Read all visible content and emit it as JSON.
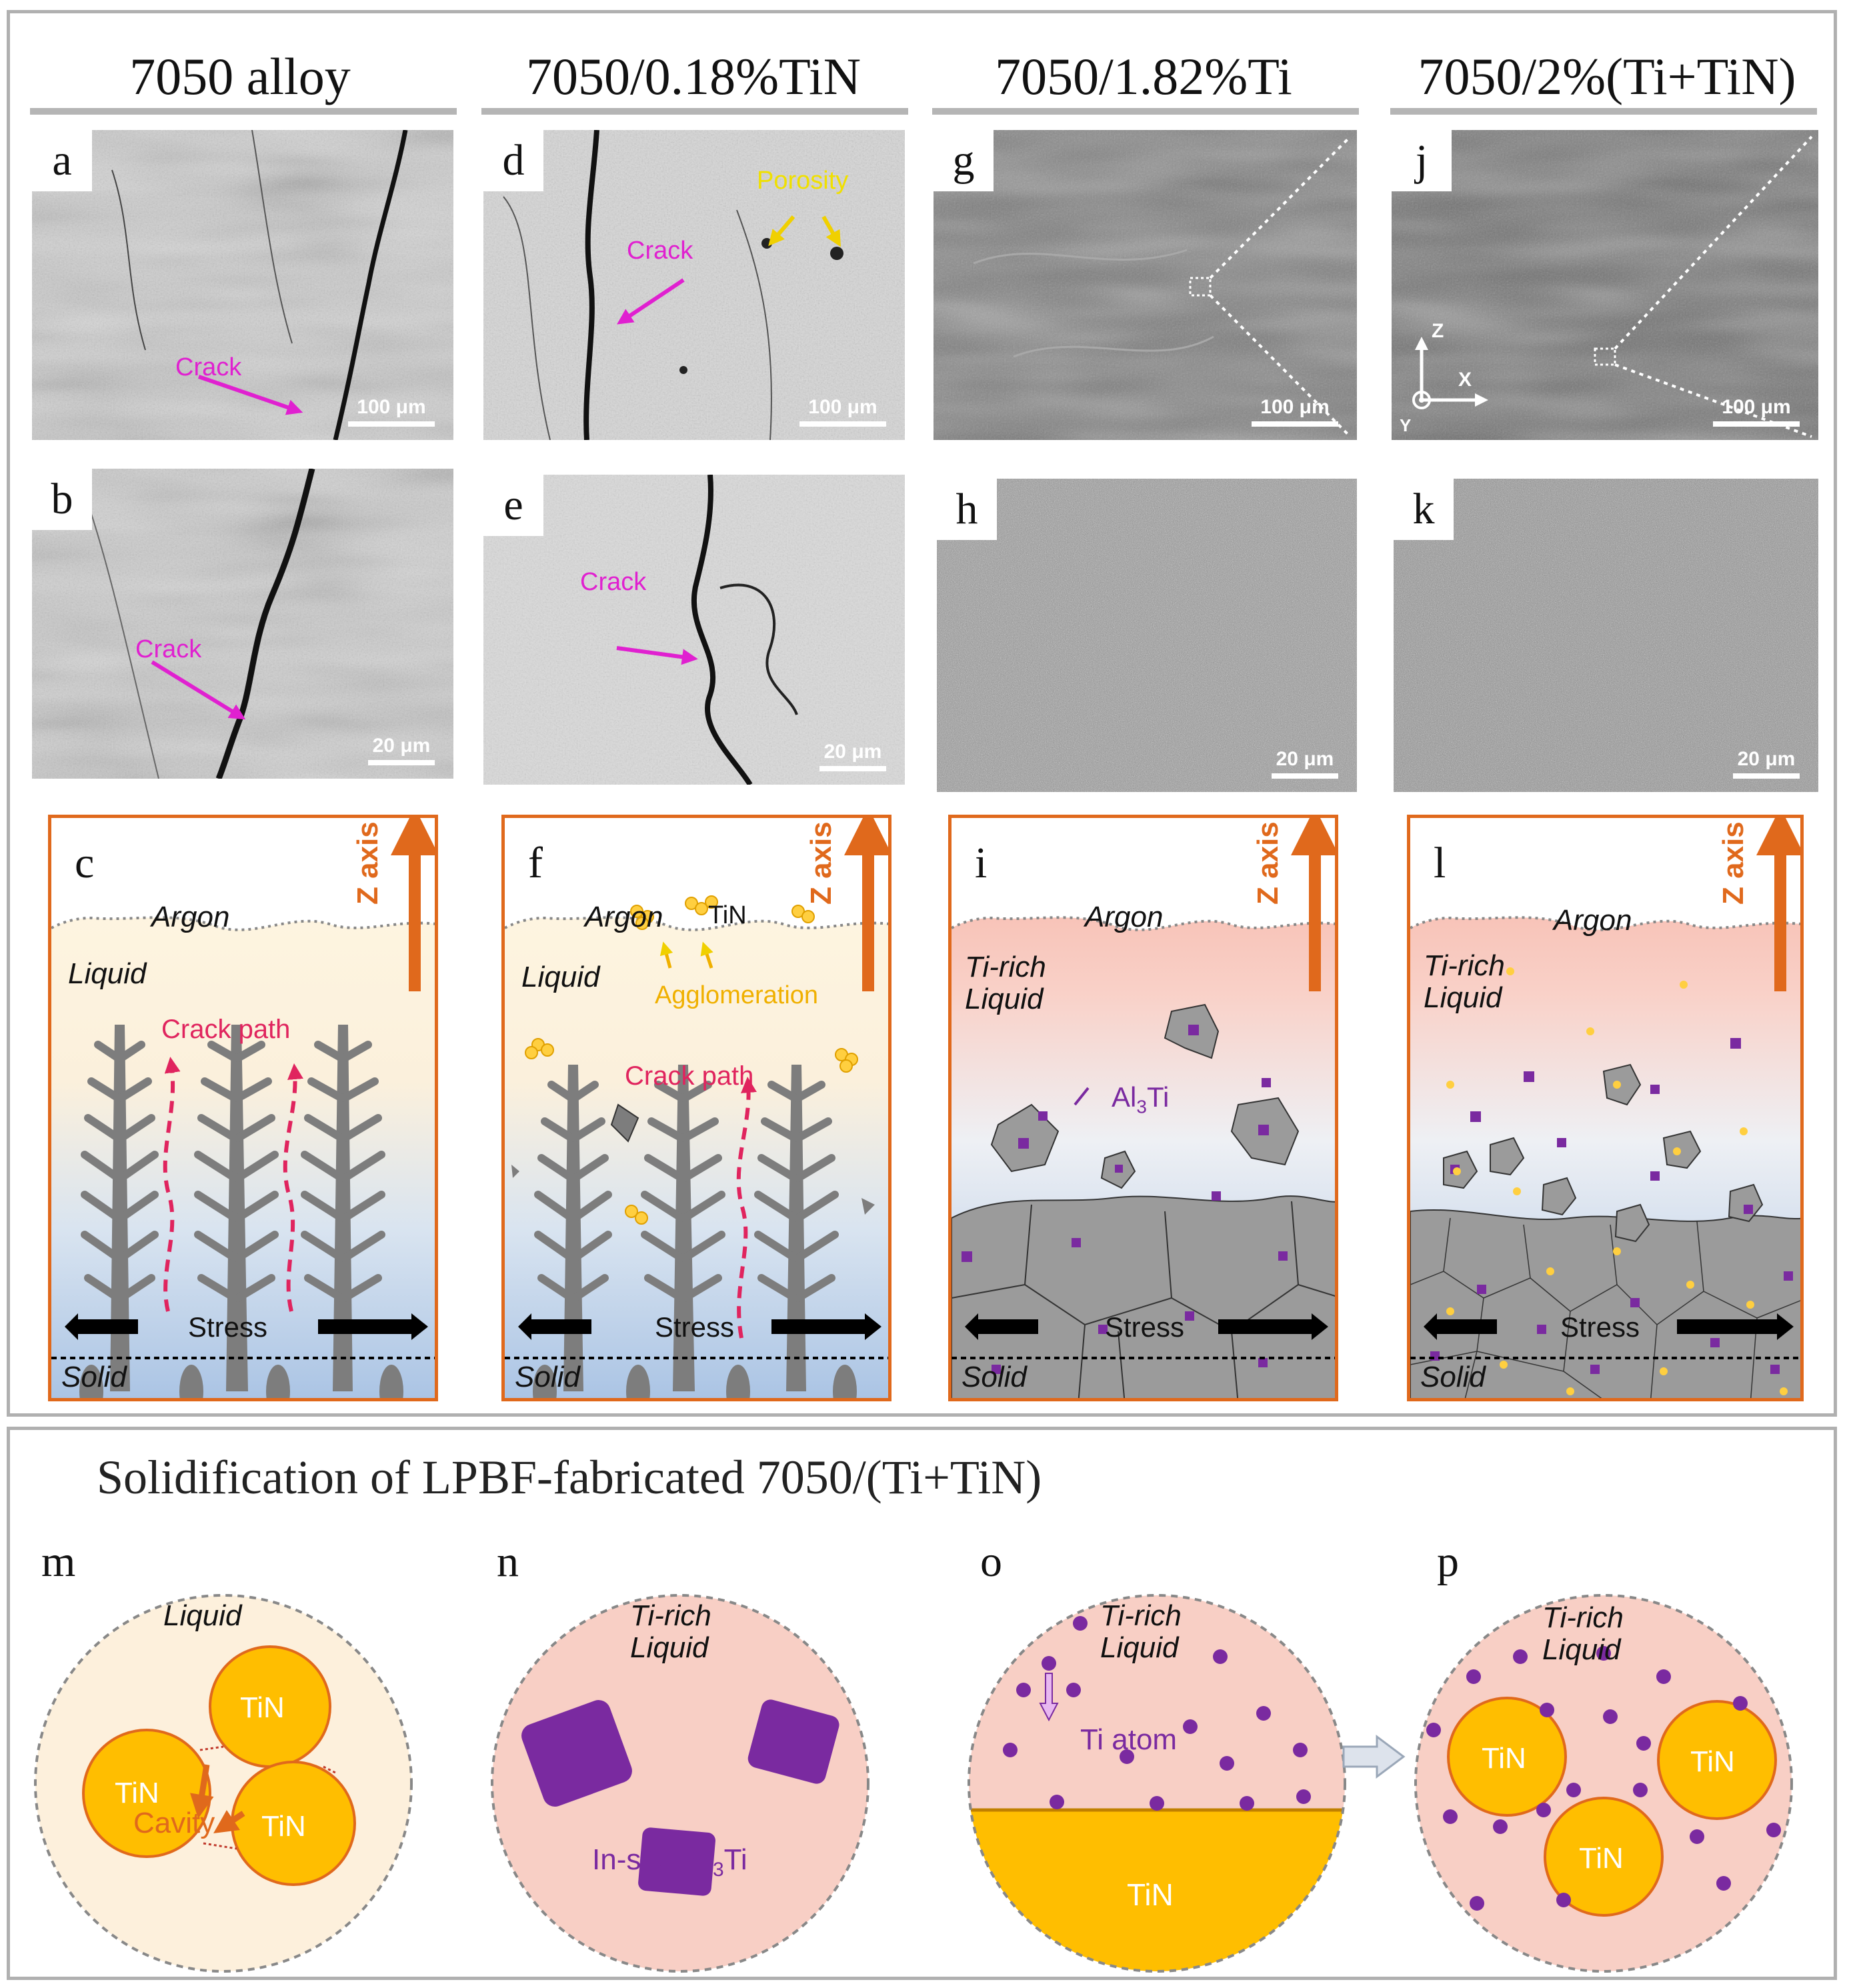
{
  "columns": [
    "7050 alloy",
    "7050/0.18%TiN",
    "7050/1.82%Ti",
    "7050/2%(Ti+TiN)"
  ],
  "panels": {
    "a": {
      "label": "a",
      "scale": "100 μm",
      "annotations": [
        "Crack"
      ]
    },
    "b": {
      "label": "b",
      "scale": "20 μm",
      "annotations": [
        "Crack"
      ]
    },
    "d": {
      "label": "d",
      "scale": "100 μm",
      "annotations": [
        "Crack",
        "Porosity"
      ]
    },
    "e": {
      "label": "e",
      "scale": "20 μm",
      "annotations": [
        "Crack"
      ]
    },
    "g": {
      "label": "g",
      "scale": "100 μm"
    },
    "h": {
      "label": "h",
      "scale": "20 μm"
    },
    "j": {
      "label": "j",
      "scale": "100 μm",
      "axes": [
        "Z",
        "X",
        "Y"
      ]
    },
    "k": {
      "label": "k",
      "scale": "20 μm"
    }
  },
  "schematics": {
    "c": {
      "label": "c",
      "argon": "Argon",
      "liquid": "Liquid",
      "crack_path": "Crack path",
      "stress": "Stress",
      "solid": "Solid",
      "zaxis": "Z axis"
    },
    "f": {
      "label": "f",
      "argon": "Argon",
      "tin": "TiN",
      "liquid": "Liquid",
      "agglomeration": "Agglomeration",
      "crack_path": "Crack path",
      "stress": "Stress",
      "solid": "Solid",
      "zaxis": "Z axis"
    },
    "i": {
      "label": "i",
      "argon": "Argon",
      "liquid1": "Ti-rich",
      "liquid2": "Liquid",
      "al3ti": "Al",
      "al3ti_sub": "3",
      "al3ti_end": "Ti",
      "stress": "Stress",
      "solid": "Solid",
      "zaxis": "Z axis"
    },
    "l": {
      "label": "l",
      "argon": "Argon",
      "liquid1": "Ti-rich",
      "liquid2": "Liquid",
      "stress": "Stress",
      "solid": "Solid",
      "zaxis": "Z axis"
    }
  },
  "bottom": {
    "title": "Solidification of LPBF-fabricated 7050/(Ti+TiN)",
    "m": {
      "label": "m",
      "liquid": "Liquid",
      "tin": "TiN",
      "cavity": "Cavity"
    },
    "n": {
      "label": "n",
      "liquid1": "Ti-rich",
      "liquid2": "Liquid",
      "insitu": "In-situ  Al",
      "insitu_sub": "3",
      "insitu_end": "Ti"
    },
    "o": {
      "label": "o",
      "liquid1": "Ti-rich",
      "liquid2": "Liquid",
      "tiatom": "Ti atom",
      "tin": "TiN"
    },
    "p": {
      "label": "p",
      "liquid1": "Ti-rich",
      "liquid2": "Liquid",
      "tin": "TiN"
    }
  },
  "colors": {
    "crack_label": "#e020d0",
    "porosity_label": "#f0e000",
    "border": "#e0691c",
    "al3ti": "#7a2aa0",
    "tin": "#ffbe00",
    "crack_path": "#e0245e"
  }
}
